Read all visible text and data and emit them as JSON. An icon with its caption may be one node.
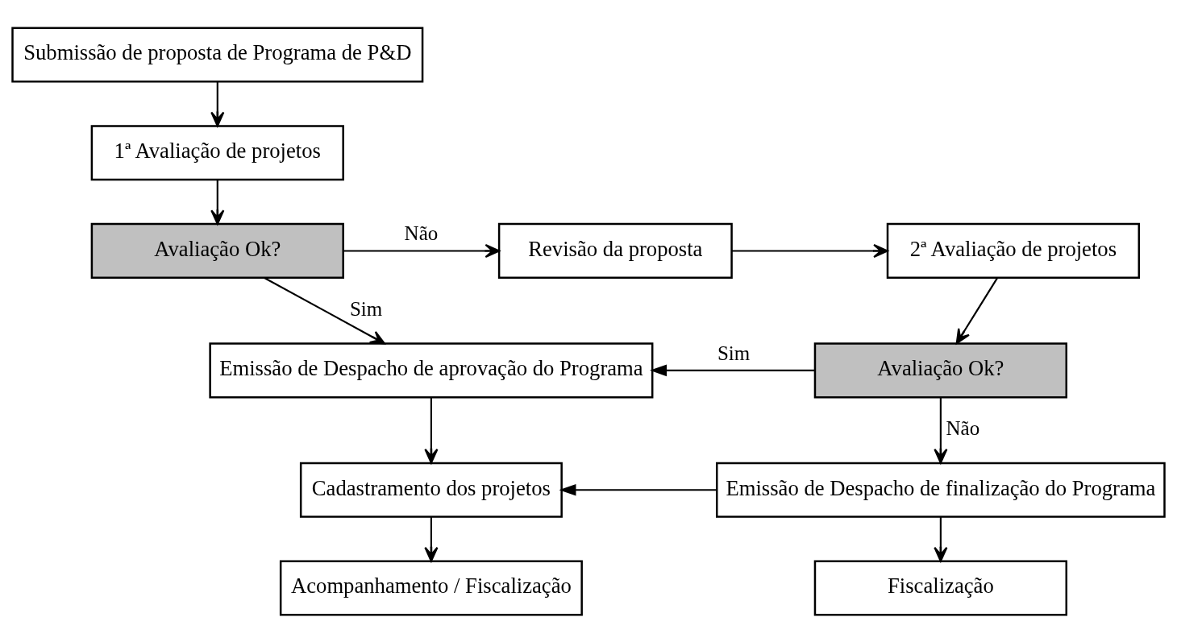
{
  "diagram": {
    "nodes": [
      {
        "text": [
          "Submissão de proposta de Programa de P&D"
        ]
      },
      {
        "text": [
          "1ª Avaliação de projetos"
        ]
      },
      {
        "text": [
          "Avaliação Ok?"
        ]
      },
      {
        "text": [
          "Revisão da proposta"
        ]
      },
      {
        "text": [
          "2ª Avaliação de projetos"
        ]
      },
      {
        "text": [
          "Emissão de Despacho de aprovação do Programa"
        ]
      },
      {
        "text": [
          "Avaliação Ok?"
        ]
      },
      {
        "text": [
          "Cadastramento dos projetos"
        ]
      },
      {
        "text": [
          "Emissão de Despacho de finalização do Programa"
        ]
      },
      {
        "text": [
          "Acompanhamento / Fiscalização"
        ]
      },
      {
        "text": [
          "Fiscalização"
        ]
      }
    ],
    "edges": [
      {
        "from": 0,
        "to": 1,
        "arrow": "to"
      },
      {
        "from": 1,
        "to": 2,
        "arrow": "to"
      },
      {
        "from": 2,
        "to": 3,
        "arrow": "to",
        "label": "Não"
      },
      {
        "from": 3,
        "to": 4,
        "arrow": "to"
      },
      {
        "from": 2,
        "to": 5,
        "arrow": "to",
        "label": "Sim"
      },
      {
        "from": 4,
        "to": 6,
        "arrow": "to"
      },
      {
        "from": 6,
        "to": 5,
        "arrow": "to",
        "label": "Sim"
      },
      {
        "from": 6,
        "to": 8,
        "arrow": "to",
        "label": "Não"
      },
      {
        "from": 5,
        "to": 7,
        "arrow": "to"
      },
      {
        "from": 8,
        "to": 7,
        "arrow": "to"
      },
      {
        "from": 7,
        "to": 9,
        "arrow": "to"
      },
      {
        "from": 8,
        "to": 10,
        "arrow": "to"
      }
    ]
  }
}
